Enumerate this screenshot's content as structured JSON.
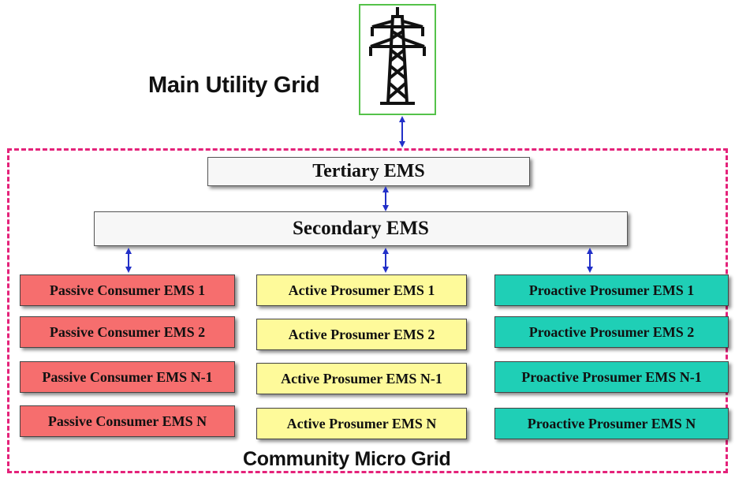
{
  "main_grid": {
    "label": "Main Utility Grid"
  },
  "tertiary": {
    "label": "Tertiary EMS"
  },
  "secondary": {
    "label": "Secondary EMS"
  },
  "columns": {
    "passive": [
      "Passive Consumer EMS 1",
      "Passive Consumer EMS 2",
      "Passive Consumer EMS N-1",
      "Passive Consumer EMS N"
    ],
    "active": [
      "Active Prosumer EMS 1",
      "Active Prosumer EMS 2",
      "Active Prosumer EMS N-1",
      "Active Prosumer EMS N"
    ],
    "proactive": [
      "Proactive Prosumer EMS 1",
      "Proactive Prosumer EMS 2",
      "Proactive Prosumer EMS N-1",
      "Proactive Prosumer EMS N"
    ]
  },
  "community": {
    "label": "Community Micro Grid"
  },
  "colors": {
    "passive": "#f66e6e",
    "active": "#fefa9a",
    "proactive": "#1fcfb6",
    "tower_frame": "#55c24a",
    "boundary": "#e4227a",
    "arrow": "#2230c8"
  },
  "icons": {
    "tower": "transmission-tower-icon"
  }
}
